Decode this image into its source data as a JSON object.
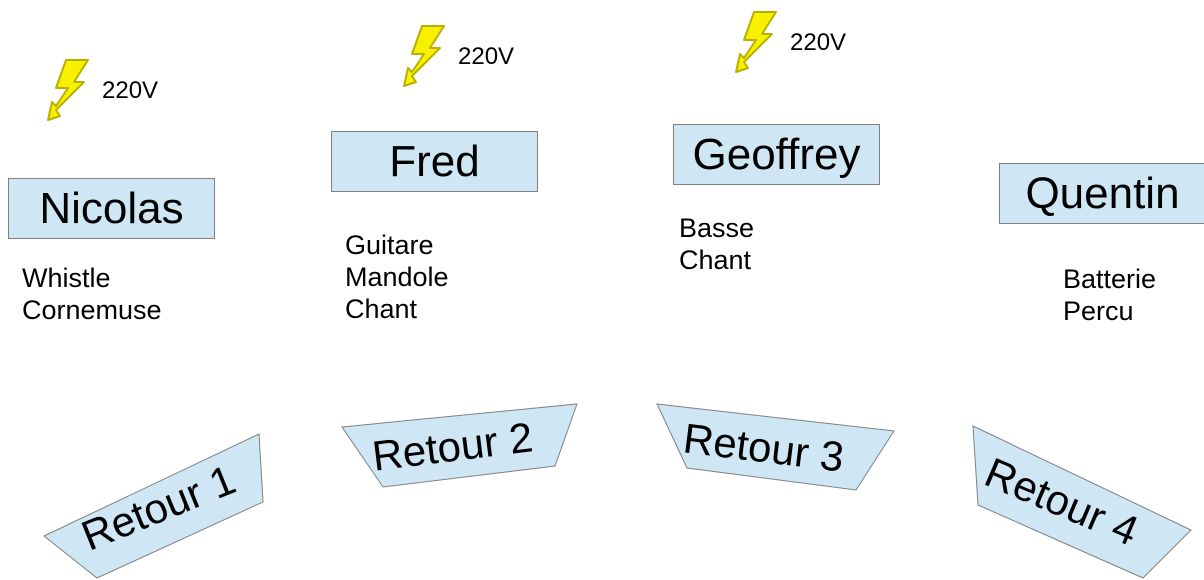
{
  "colors": {
    "box_fill": "#cfe7f5",
    "box_border": "#808080",
    "bolt_fill": "#f7f000",
    "bolt_stroke": "#b8b000"
  },
  "power": [
    {
      "icon": "lightning-bolt-icon",
      "label": "220V"
    },
    {
      "icon": "lightning-bolt-icon",
      "label": "220V"
    },
    {
      "icon": "lightning-bolt-icon",
      "label": "220V"
    }
  ],
  "musicians": [
    {
      "name": "Nicolas",
      "instruments": [
        "Whistle",
        "Cornemuse"
      ]
    },
    {
      "name": "Fred",
      "instruments": [
        "Guitare",
        "Mandole",
        "Chant"
      ]
    },
    {
      "name": "Geoffrey",
      "instruments": [
        "Basse",
        "Chant"
      ]
    },
    {
      "name": "Quentin",
      "instruments": [
        "Batterie",
        "Percu"
      ]
    }
  ],
  "monitors": [
    {
      "label": "Retour 1"
    },
    {
      "label": "Retour 2"
    },
    {
      "label": "Retour 3"
    },
    {
      "label": "Retour 4"
    }
  ]
}
